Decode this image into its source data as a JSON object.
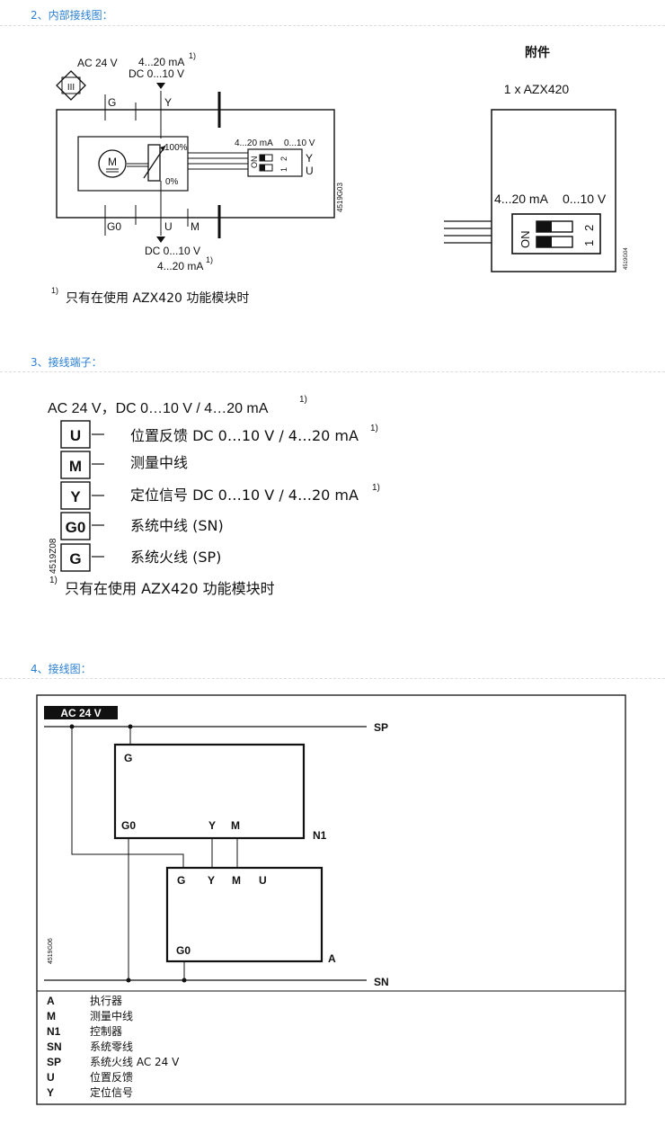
{
  "sections": [
    {
      "title": "2、内部接线图："
    },
    {
      "title": "3、接线端子："
    },
    {
      "title": "4、接线图："
    }
  ],
  "internal": {
    "class_symbol": "III",
    "ac_label": "AC 24 V",
    "ma_top": "4...20 mA",
    "sup1": "1)",
    "dc_top": "DC 0...10 V",
    "term_g": "G",
    "term_y": "Y",
    "term_g0": "G0",
    "term_u": "U",
    "term_m": "M",
    "motor": "M",
    "pct_100": "100%",
    "pct_0": "0%",
    "sw_ma": "4...20 mA",
    "sw_v": "0...10 V",
    "sw_on": "ON",
    "sw_1": "1",
    "sw_2": "2",
    "out_y": "Y",
    "out_u": "U",
    "code": "4519G03",
    "dc_bottom": "DC 0...10 V",
    "ma_bottom": "4...20 mA",
    "note": "只有在使用 AZX420 功能模块时"
  },
  "accessory": {
    "title": "附件",
    "model": "1 x AZX420",
    "ma": "4...20 mA",
    "v": "0...10 V",
    "on": "ON",
    "n1": "1",
    "n2": "2",
    "code": "4519G04"
  },
  "terminals": {
    "header": "AC 24 V，DC 0…10 V / 4…20 mA",
    "sup": "1)",
    "code": "4519Z08",
    "items": [
      {
        "key": "U",
        "desc": "位置反馈 DC 0…10 V / 4…20 mA",
        "sup": "1)"
      },
      {
        "key": "M",
        "desc": "测量中线",
        "sup": ""
      },
      {
        "key": "Y",
        "desc": "定位信号 DC 0…10 V / 4…20 mA",
        "sup": "1)"
      },
      {
        "key": "G0",
        "desc": "系统中线 (SN)",
        "sup": ""
      },
      {
        "key": "G",
        "desc": "系统火线 (SP)",
        "sup": ""
      }
    ],
    "note": "只有在使用 AZX420 功能模块时"
  },
  "wiring": {
    "ac": "AC 24 V",
    "sp": "SP",
    "sn": "SN",
    "n1": "N1",
    "a": "A",
    "n1_g": "G",
    "n1_g0": "G0",
    "n1_y": "Y",
    "n1_m": "M",
    "a_g": "G",
    "a_y": "Y",
    "a_m": "M",
    "a_u": "U",
    "a_g0": "G0",
    "code": "4519G06",
    "legend": [
      {
        "key": "A",
        "desc": "执行器"
      },
      {
        "key": "M",
        "desc": "测量中线"
      },
      {
        "key": "N1",
        "desc": "控制器"
      },
      {
        "key": "SN",
        "desc": "系统零线"
      },
      {
        "key": "SP",
        "desc": "系统火线 AC 24 V"
      },
      {
        "key": "U",
        "desc": "位置反馈"
      },
      {
        "key": "Y",
        "desc": "定位信号"
      }
    ]
  },
  "colors": {
    "section_title": "#2a7fd4",
    "line": "#111111"
  }
}
